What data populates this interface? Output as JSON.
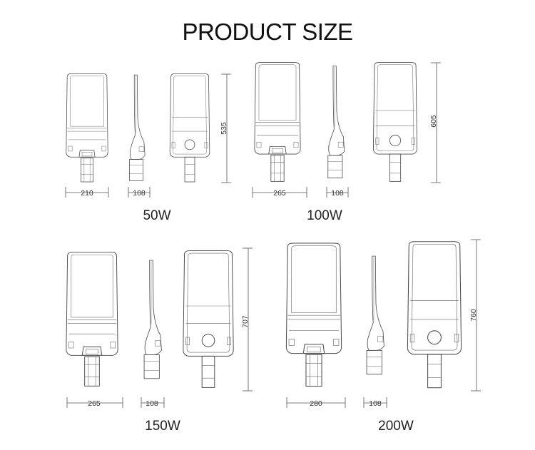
{
  "title": "PRODUCT SIZE",
  "products": [
    {
      "watt": "50W",
      "width": "210",
      "depth": "108",
      "length": "535"
    },
    {
      "watt": "100W",
      "width": "265",
      "depth": "108",
      "length": "605"
    },
    {
      "watt": "150W",
      "width": "265",
      "depth": "108",
      "length": "707"
    },
    {
      "watt": "200W",
      "width": "280",
      "depth": "108",
      "length": "760"
    }
  ]
}
